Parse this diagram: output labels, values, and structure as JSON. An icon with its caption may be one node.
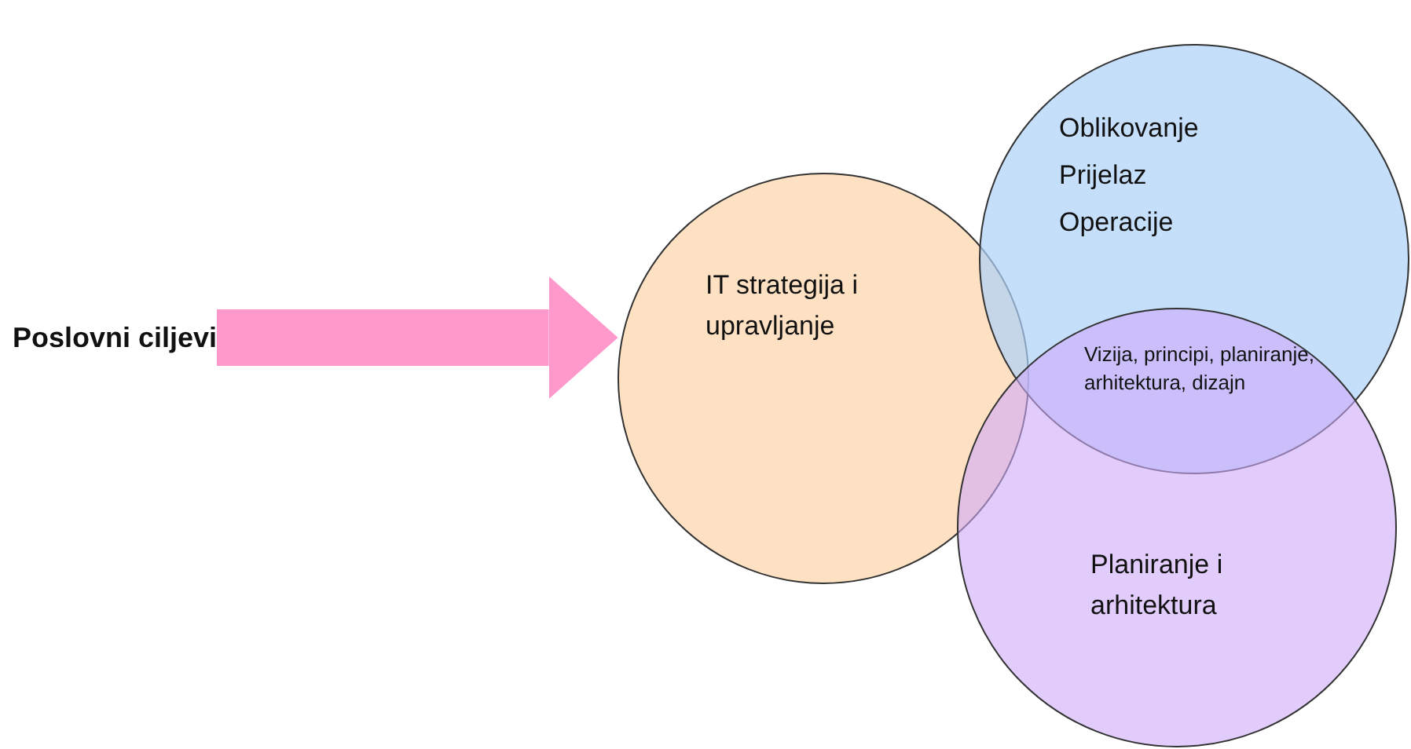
{
  "diagram": {
    "nodes": [
      {
        "text": [
          "Poslovni ciljevi"
        ]
      },
      {
        "text": [
          "IT strategija i upravljanje"
        ]
      },
      {
        "text": [
          "Oblikovanje",
          "Prijelaz",
          "Operacije"
        ]
      },
      {
        "text": [
          "Planiranje i arhitektura"
        ]
      }
    ],
    "edges": [
      {
        "from": 0,
        "to": 1,
        "arrow": "to"
      }
    ],
    "labels": [
      "Vizija, principi, planiranje, arhitektura, dizajn"
    ]
  }
}
